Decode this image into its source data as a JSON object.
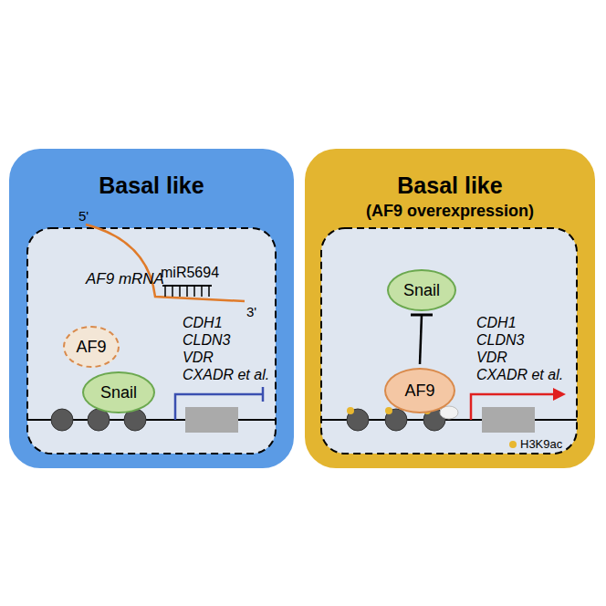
{
  "diagram": {
    "nodes": [
      {
        "text": [
          "Basal like"
        ]
      },
      {
        "text": [
          "AF9"
        ],
        "in": 0
      },
      {
        "text": [
          "Snail"
        ],
        "in": 0
      },
      {
        "text": [
          "Basal like",
          "(AF9 overexpression)"
        ]
      },
      {
        "text": [
          "Snail"
        ],
        "in": 3
      },
      {
        "text": [
          "AF9"
        ],
        "in": 3
      }
    ],
    "edges": [
      {
        "from": 5,
        "to": 4,
        "arrow": "to"
      }
    ],
    "labels": [
      "5'",
      "AF9 mRNA",
      "miR5694",
      "3'",
      "CDH1",
      "CLDN3",
      "VDR",
      "CXADR et al.",
      "CDH1",
      "CLDN3",
      "VDR",
      "CXADR et al."
    ],
    "legend": [
      {
        "text": "H3K9ac",
        "color": "#e8b730"
      }
    ]
  }
}
